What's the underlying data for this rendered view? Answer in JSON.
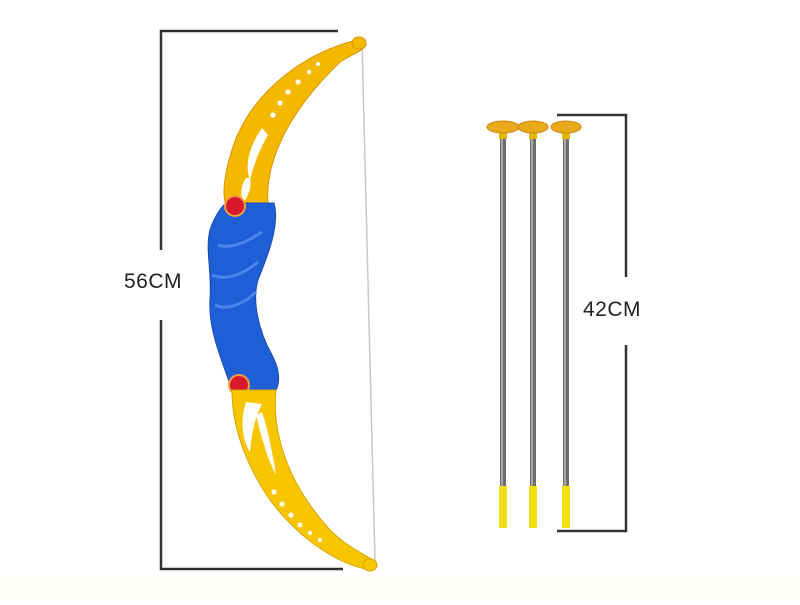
{
  "product": {
    "description": "Toy bow and suction-cup arrows set with dimensions",
    "bow": {
      "dimension_label": "56CM",
      "colors": {
        "limb": "#f5b800",
        "grip": "#1f5fd6",
        "accent": "#d8192b",
        "string": "#c8c8c8"
      }
    },
    "arrows": {
      "count": 3,
      "dimension_label": "42CM",
      "colors": {
        "tip": "#e8a91a",
        "shaft": "#6e6e6e",
        "nock": "#f2df10"
      }
    },
    "dimension_line_color": "#333333"
  }
}
